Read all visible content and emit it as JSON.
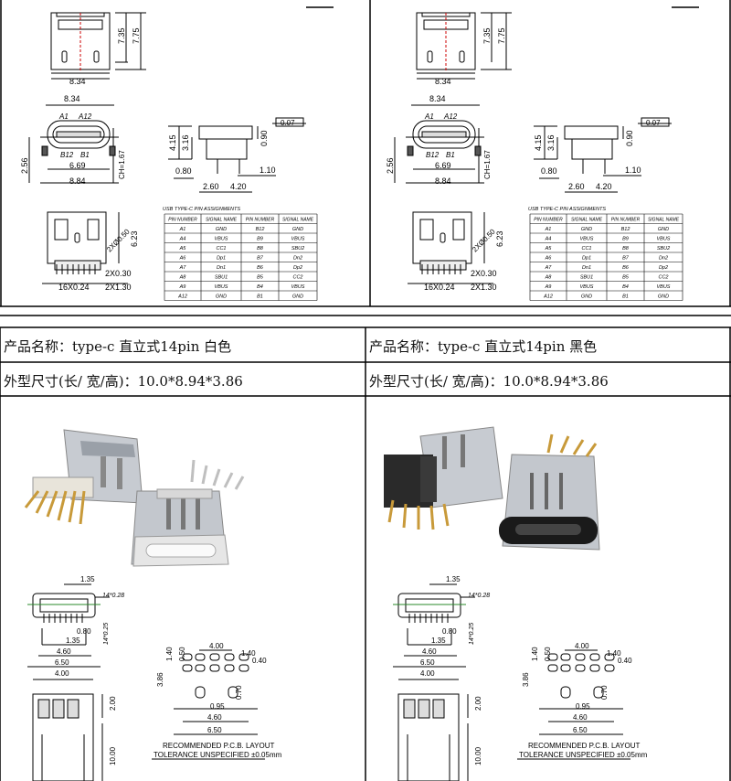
{
  "top": {
    "dim_834": "8.34",
    "dim_735": "7.35",
    "dim_775": "7.75",
    "dim_834b": "8.34",
    "pin_a1": "A1",
    "pin_a12": "A12",
    "pin_b12": "B12",
    "pin_b1": "B1",
    "dim_256": "2.56",
    "dim_669": "6.69",
    "dim_884": "8.84",
    "dim_ch": "CH=1.67",
    "dim_415": "4.15",
    "dim_316": "3.16",
    "dim_090": "0.90",
    "dim_007": "0.07",
    "dim_080": "0.80",
    "dim_110": "1.10",
    "dim_260": "2.60",
    "dim_420": "4.20",
    "dim_r": "2XØ0.50",
    "dim_623": "6.23",
    "dim_2x030": "2X0.30",
    "dim_16x": "16X0.24",
    "dim_2x130": "2X1.30",
    "table_title": "USB TYPE-C PIN ASSIGNMENTS",
    "table_headers": [
      "PIN NUMBER",
      "SIGNAL NAME",
      "PIN NUMBER",
      "SIGNAL NAME"
    ],
    "table_rows": [
      [
        "A1",
        "GND",
        "B12",
        "GND"
      ],
      [
        "A4",
        "VBUS",
        "B9",
        "VBUS"
      ],
      [
        "A5",
        "CC1",
        "B8",
        "SBU2"
      ],
      [
        "A6",
        "Dp1",
        "B7",
        "Dn2"
      ],
      [
        "A7",
        "Dn1",
        "B6",
        "Dp2"
      ],
      [
        "A8",
        "SBU1",
        "B5",
        "CC2"
      ],
      [
        "A9",
        "VBUS",
        "B4",
        "VBUS"
      ],
      [
        "A12",
        "GND",
        "B1",
        "GND"
      ]
    ]
  },
  "left": {
    "product_name": "产品名称：type-c 直立式14pin  白色",
    "size": "外型尺寸(长/ 宽/高)：10.0*8.94*3.86"
  },
  "right": {
    "product_name": "产品名称：type-c 直立式14pin  黑色",
    "size": "外型尺寸(长/ 宽/高)：10.0*8.94*3.86"
  },
  "bottom": {
    "dim_135": "1.35",
    "dim_14x028": "14*0.28",
    "dim_080": "0.80",
    "dim_14x025": "14*0.25",
    "dim_135b": "1.35",
    "dim_460": "4.60",
    "dim_650": "6.50",
    "dim_400": "4.00",
    "dim_140": "1.40",
    "dim_050": "0.50",
    "dim_400b": "4.00",
    "dim_140b": "1.40",
    "dim_040": "0.40",
    "dim_386": "3.86",
    "dim_070": "0.70",
    "dim_095": "0.95",
    "dim_460b": "4.60",
    "dim_650b": "6.50",
    "dim_400c": "4.00",
    "dim_200": "2.00",
    "dim_1000": "10.00",
    "pcb_line1": "RECOMMENDED   P.C.B. LAYOUT",
    "pcb_line2": "TOLERANCE  UNSPECIFIED  ±0.05mm"
  },
  "colors": {
    "line": "#000000",
    "accent_red": "#cc0000",
    "accent_green": "#2a8a2a",
    "gold": "#c89a3a",
    "metal": "#b8bcc2"
  }
}
